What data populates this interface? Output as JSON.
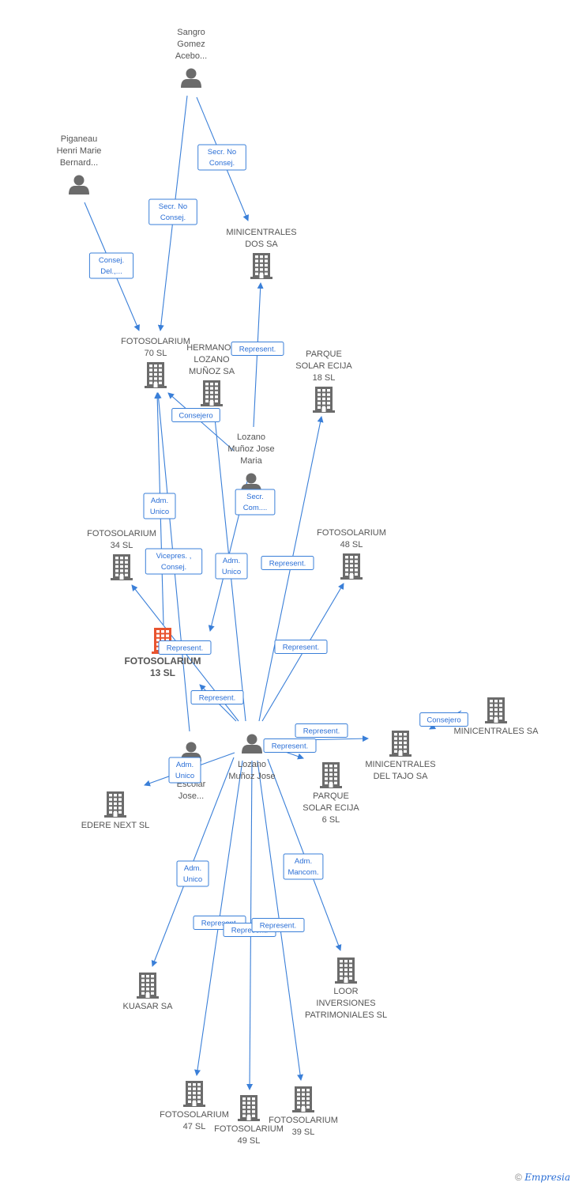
{
  "nodes": {
    "sangro": {
      "type": "person",
      "lines": [
        "Sangro",
        "Gomez",
        "Acebo..."
      ]
    },
    "piganeau": {
      "type": "person",
      "lines": [
        "Piganeau",
        "Henri Marie",
        "Bernard..."
      ]
    },
    "minidos": {
      "type": "company",
      "lines": [
        "MINICENTRALES",
        "DOS SA"
      ]
    },
    "foto70": {
      "type": "company",
      "lines": [
        "FOTOSOLARIUM",
        "70 SL"
      ]
    },
    "hermanos": {
      "type": "company",
      "lines": [
        "HERMANOS",
        "LOZANO",
        "MUÑOZ SA"
      ]
    },
    "parque18": {
      "type": "company",
      "lines": [
        "PARQUE",
        "SOLAR ECIJA",
        "18 SL"
      ]
    },
    "lozanojm": {
      "type": "person",
      "lines": [
        "Lozano",
        "Muñoz Jose",
        "Maria"
      ]
    },
    "foto34": {
      "type": "company",
      "lines": [
        "FOTOSOLARIUM",
        "34 SL"
      ]
    },
    "foto48": {
      "type": "company",
      "lines": [
        "FOTOSOLARIUM",
        "48 SL"
      ]
    },
    "foto13": {
      "type": "focus",
      "lines": [
        "FOTOSOLARIUM",
        "13 SL"
      ]
    },
    "lozanoj": {
      "type": "person",
      "lines": [
        "Lozano",
        "Muñoz Jose"
      ]
    },
    "escolar": {
      "type": "person",
      "lines": [
        "...i",
        "Escolar",
        "Jose..."
      ]
    },
    "minitajo": {
      "type": "company",
      "lines": [
        "MINICENTRALES",
        "DEL TAJO SA"
      ]
    },
    "minisa": {
      "type": "company",
      "lines": [
        "MINICENTRALES SA"
      ]
    },
    "parque6": {
      "type": "company",
      "lines": [
        "PARQUE",
        "SOLAR ECIJA",
        "6 SL"
      ]
    },
    "edere": {
      "type": "company",
      "lines": [
        "EDERE NEXT SL"
      ]
    },
    "kuasar": {
      "type": "company",
      "lines": [
        "KUASAR SA"
      ]
    },
    "loor": {
      "type": "company",
      "lines": [
        "LOOR",
        "INVERSIONES",
        "PATRIMONIALES SL"
      ]
    },
    "foto47": {
      "type": "company",
      "lines": [
        "FOTOSOLARIUM",
        "47 SL"
      ]
    },
    "foto49": {
      "type": "company",
      "lines": [
        "FOTOSOLARIUM",
        "49 SL"
      ]
    },
    "foto39": {
      "type": "company",
      "lines": [
        "FOTOSOLARIUM",
        "39 SL"
      ]
    }
  },
  "edges": [
    {
      "from": "sangro",
      "to": "minidos",
      "label": [
        "Secr.  No",
        "Consej."
      ]
    },
    {
      "from": "sangro",
      "to": "foto70",
      "label": [
        "Secr.  No",
        "Consej."
      ]
    },
    {
      "from": "piganeau",
      "to": "foto70",
      "label": [
        "Consej.",
        "Del.,..."
      ]
    },
    {
      "from": "lozanojm",
      "to": "minidos",
      "label": [
        "Represent."
      ]
    },
    {
      "from": "lozanojm",
      "to": "foto70",
      "label": [
        "Consejero"
      ]
    },
    {
      "from": "lozanojm",
      "to": "foto13",
      "label": [
        "Secr.",
        "Com...."
      ]
    },
    {
      "from": "foto13",
      "to": "foto70",
      "label": [
        "Adm.",
        "Unico"
      ]
    },
    {
      "from": "escolar",
      "to": "foto70",
      "label": [
        "Vicepres. ,",
        "Consej."
      ]
    },
    {
      "from": "lozanoj",
      "to": "hermanos",
      "label": [
        "Adm.",
        "Unico"
      ]
    },
    {
      "from": "lozanoj",
      "to": "parque18",
      "label": [
        "Represent."
      ]
    },
    {
      "from": "lozanoj",
      "to": "foto48",
      "label": [
        "Represent."
      ]
    },
    {
      "from": "lozanoj",
      "to": "foto34",
      "label": [
        "Represent."
      ]
    },
    {
      "from": "lozanoj",
      "to": "foto13",
      "label": [
        "Represent."
      ]
    },
    {
      "from": "lozanoj",
      "to": "minitajo",
      "label": [
        "Represent."
      ]
    },
    {
      "from": "lozanoj",
      "to": "parque6",
      "label": [
        "Represent."
      ]
    },
    {
      "from": "lozanoj",
      "to": "edere",
      "label": [
        "Adm.",
        "Unico"
      ]
    },
    {
      "from": "minitajo",
      "to": "minisa",
      "label": [
        "Consejero"
      ]
    },
    {
      "from": "lozanoj",
      "to": "kuasar",
      "label": [
        "Adm.",
        "Unico"
      ]
    },
    {
      "from": "lozanoj",
      "to": "loor",
      "label": [
        "Adm.",
        "Mancom."
      ]
    },
    {
      "from": "lozanoj",
      "to": "foto47",
      "label": [
        "Represent."
      ]
    },
    {
      "from": "lozanoj",
      "to": "foto49",
      "label": [
        "Represent."
      ]
    },
    {
      "from": "lozanoj",
      "to": "foto39",
      "label": [
        "Represent."
      ]
    }
  ],
  "branding": {
    "copyright": "©",
    "logo": "Empresia"
  },
  "colors": {
    "edge": "#3a7fd8",
    "icon": "#6b6b6b",
    "focus": "#e8542f"
  }
}
